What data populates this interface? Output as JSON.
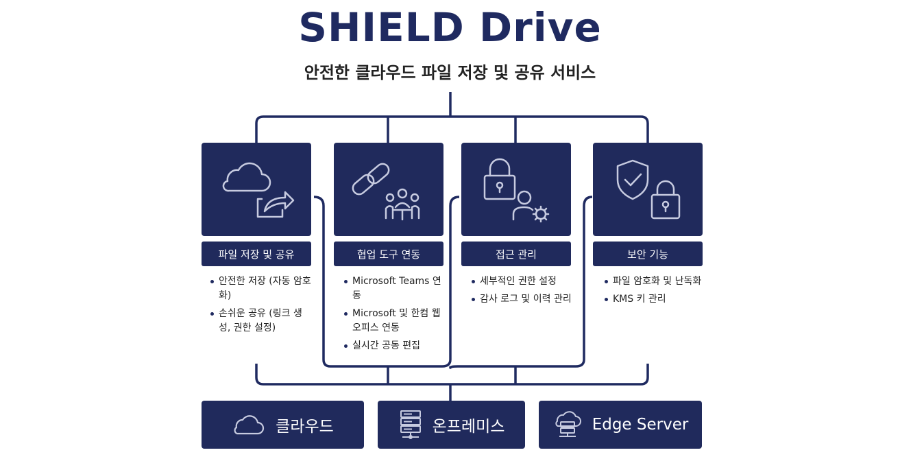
{
  "title": "SHIELD Drive",
  "subtitle": "안전한 클라우드 파일 저장 및 공유 서비스",
  "features": [
    {
      "label": "파일 저장 및 공유",
      "icons": [
        "cloud-icon",
        "share-arrow-icon"
      ],
      "items": [
        "안전한 저장 (자동 암호화)",
        "손쉬운 공유 (링크 생성, 권한 설정)"
      ]
    },
    {
      "label": "협업 도구 연동",
      "icons": [
        "link-chain-icon",
        "meeting-people-icon"
      ],
      "items": [
        "Microsoft Teams 연동",
        "Microsoft 및 한컴 웹 오피스 연동",
        "실시간 공동 편집"
      ]
    },
    {
      "label": "접근 관리",
      "icons": [
        "padlock-icon",
        "user-gear-icon"
      ],
      "items": [
        "세부적인 권한 설정",
        "감사 로그 및 이력 관리"
      ]
    },
    {
      "label": "보안 기능",
      "icons": [
        "shield-check-icon",
        "padlock-icon"
      ],
      "items": [
        "파일 암호화 및 난독화",
        "KMS 키 관리"
      ]
    }
  ],
  "deployments": [
    {
      "label": "클라우드",
      "icon": "cloud-icon"
    },
    {
      "label": "온프레미스",
      "icon": "server-rack-icon"
    },
    {
      "label": "Edge Server",
      "icon": "edge-server-icon"
    }
  ],
  "colors": {
    "navy": "#202a5c",
    "line": "#1f2a60",
    "text": "#222222",
    "icon_stroke": "#c7cbe0"
  }
}
